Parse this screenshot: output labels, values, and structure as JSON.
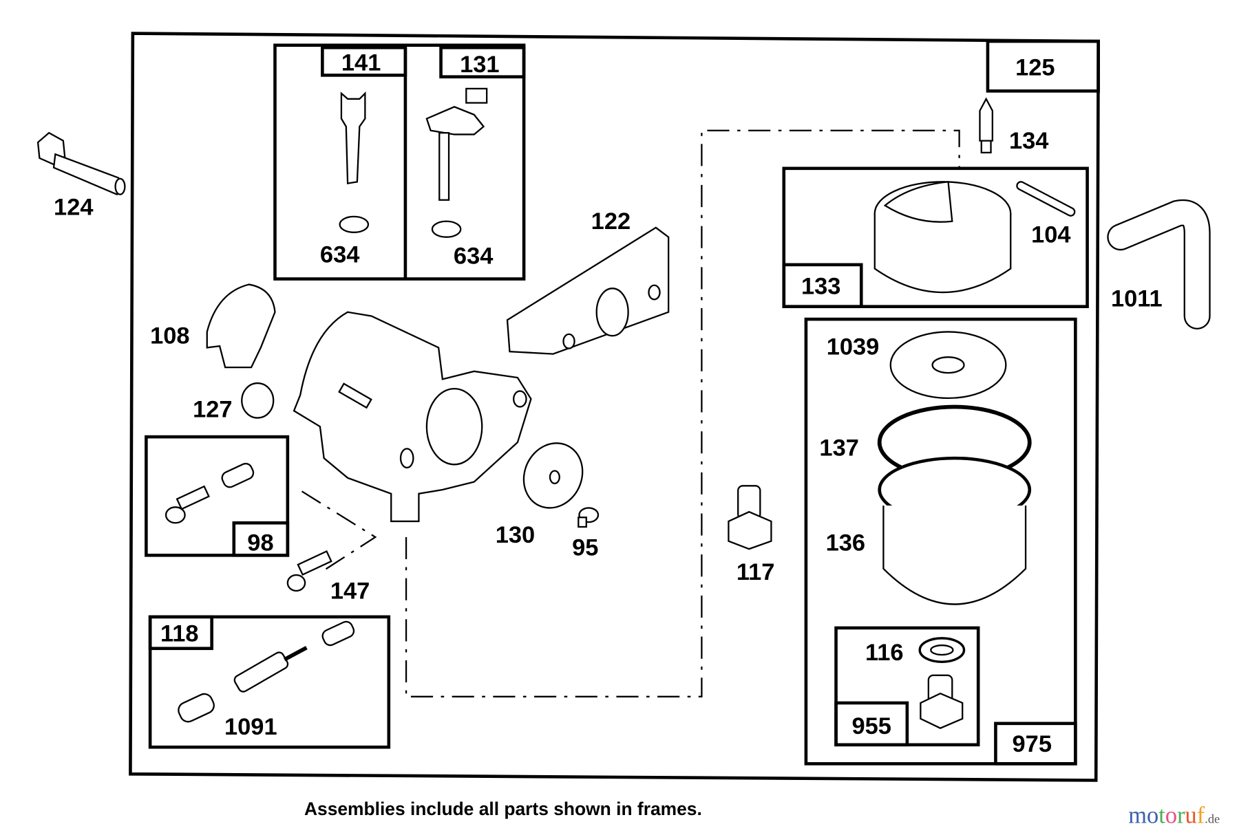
{
  "labels": {
    "p124": "124",
    "p141": "141",
    "p131": "131",
    "p634a": "634",
    "p634b": "634",
    "p122": "122",
    "p125": "125",
    "p134": "134",
    "p104": "104",
    "p133": "133",
    "p1011": "1011",
    "p108": "108",
    "p127": "127",
    "p1039": "1039",
    "p137": "137",
    "p136": "136",
    "p98": "98",
    "p130": "130",
    "p95": "95",
    "p117": "117",
    "p147": "147",
    "p118": "118",
    "p1091": "1091",
    "p116": "116",
    "p955": "955",
    "p975": "975"
  },
  "caption": "Assemblies include all parts shown in frames.",
  "watermark": {
    "text": "motoruf",
    "suffix": ".de",
    "colors": [
      "#3b5fb0",
      "#3b5fb0",
      "#4caf50",
      "#e84f8a",
      "#4caf50",
      "#e8552a",
      "#f0a020"
    ]
  }
}
